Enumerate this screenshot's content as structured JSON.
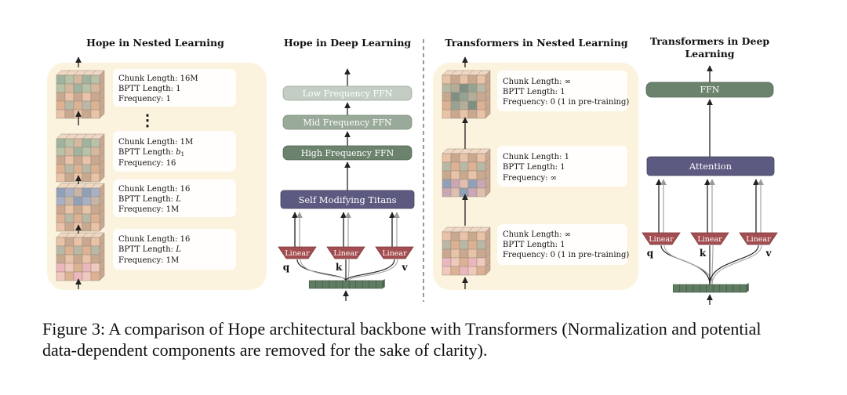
{
  "figure": {
    "panel_titles": {
      "hope_nested": "Hope in Nested Learning",
      "hope_deep": "Hope in Deep Learning",
      "transformers_nested": "Transformers in Nested Learning",
      "transformers_deep_line1": "Transformers in Deep",
      "transformers_deep_line2": "Learning"
    },
    "hope_nested_levels": [
      {
        "chunk": "Chunk Length: 16M",
        "bptt": "BPTT Length: 1",
        "freq": "Frequency: 1"
      },
      {
        "chunk": "Chunk Length: 1M",
        "bptt_prefix": "BPTT Length: ",
        "bptt_var": "b",
        "bptt_sub": "1",
        "freq": "Frequency: 16"
      },
      {
        "chunk": "Chunk Length: 16",
        "bptt_prefix": "BPTT Length: ",
        "bptt_var": "L",
        "freq": "Frequency: 1M"
      },
      {
        "chunk": "Chunk Length: 16",
        "bptt_prefix": "BPTT Length: ",
        "bptt_var": "L",
        "freq": "Frequency: 1M"
      }
    ],
    "ellipsis": "⋮",
    "hope_deep_blocks": {
      "low": "Low Frequency FFN",
      "mid": "Mid Frequency FFN",
      "high": "High Frequency FFN",
      "titans": "Self Modifying Titans"
    },
    "linear_label": "Linear",
    "qkv": {
      "q": "q",
      "k": "k",
      "v": "v"
    },
    "transformers_nested_levels": [
      {
        "chunk": "Chunk Length: ∞",
        "bptt": "BPTT Length: 1",
        "freq": "Frequency: 0 (1 in pre-training)"
      },
      {
        "chunk": "Chunk Length: 1",
        "bptt": "BPTT Length: 1",
        "freq": "Frequency: ∞"
      },
      {
        "chunk": "Chunk Length: ∞",
        "bptt": "BPTT Length: 1",
        "freq": "Frequency: 0 (1 in pre-training)"
      }
    ],
    "transformers_deep_blocks": {
      "ffn": "FFN",
      "attention": "Attention"
    }
  },
  "caption": {
    "label": "Figure 3:",
    "text": "A comparison of Hope architectural backbone with Transformers (Normalization and potential data-dependent components are removed for the sake of clarity)."
  },
  "colors": {
    "panel_bg": "#fbf3dd",
    "info_bg": "#ffffff",
    "ffn_low": "#c3cdc3",
    "ffn_mid": "#9aaa9a",
    "ffn_high": "#6b826c",
    "titans": "#5c5a80",
    "linear": "#a34e50",
    "linear_light": "#d2a6a6",
    "token": "#5f7d62"
  }
}
